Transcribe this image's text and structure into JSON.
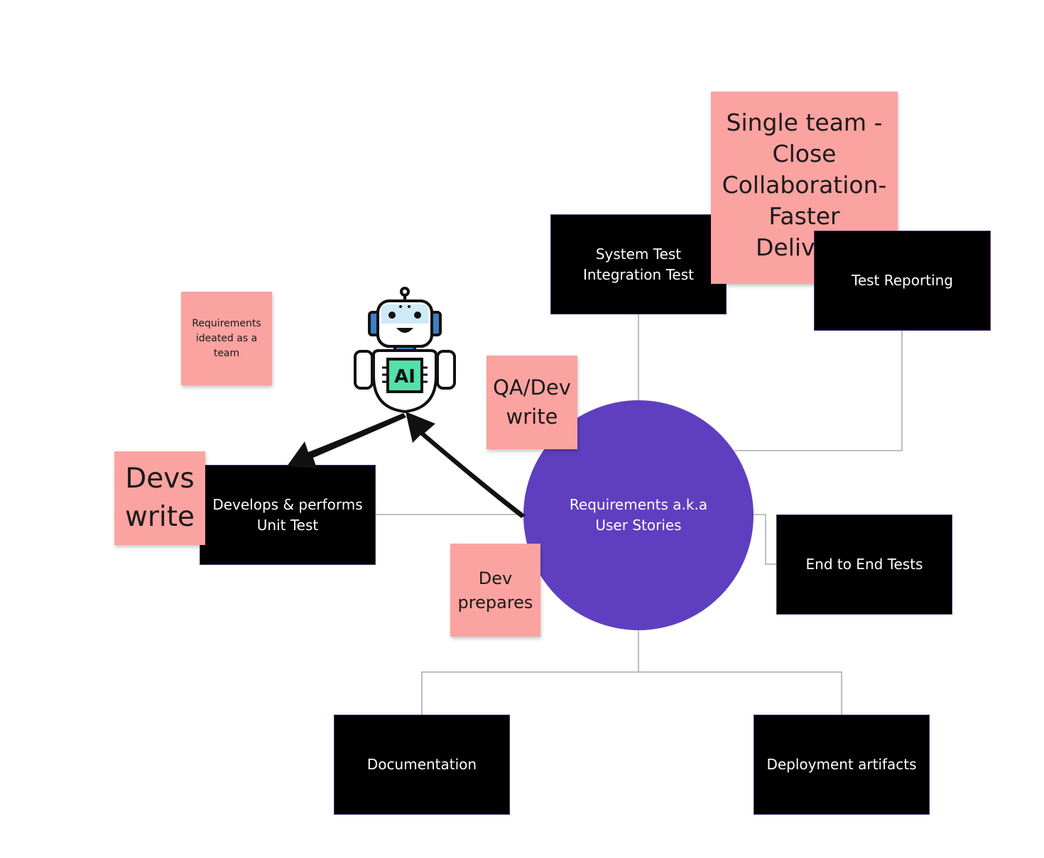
{
  "center": {
    "label": "Requirements a.k.a\nUser Stories"
  },
  "boxes": {
    "system_test": "System Test\nIntegration Test",
    "test_reporting": "Test Reporting",
    "develops_unit_test": "Develops & performs\nUnit Test",
    "end_to_end": "End to End Tests",
    "documentation": "Documentation",
    "deployment": "Deployment artifacts"
  },
  "stickies": {
    "single_team": "Single team -\nClose\nCollaboration-\nFaster\nDelivery",
    "requirements_ideated": "Requirements\nideated as a\nteam",
    "qa_dev_write": "QA/Dev\nwrite",
    "devs_write": "Devs\nwrite",
    "dev_prepares": "Dev\nprepares"
  },
  "robot": {
    "badge": "AI"
  },
  "colors": {
    "circle": "#5f3fbf",
    "box": "#000000",
    "sticky": "#fba3a0",
    "connector": "#9a9a9a",
    "robot_chip": "#54e0a8",
    "robot_eye_band": "#cfeaf7"
  }
}
